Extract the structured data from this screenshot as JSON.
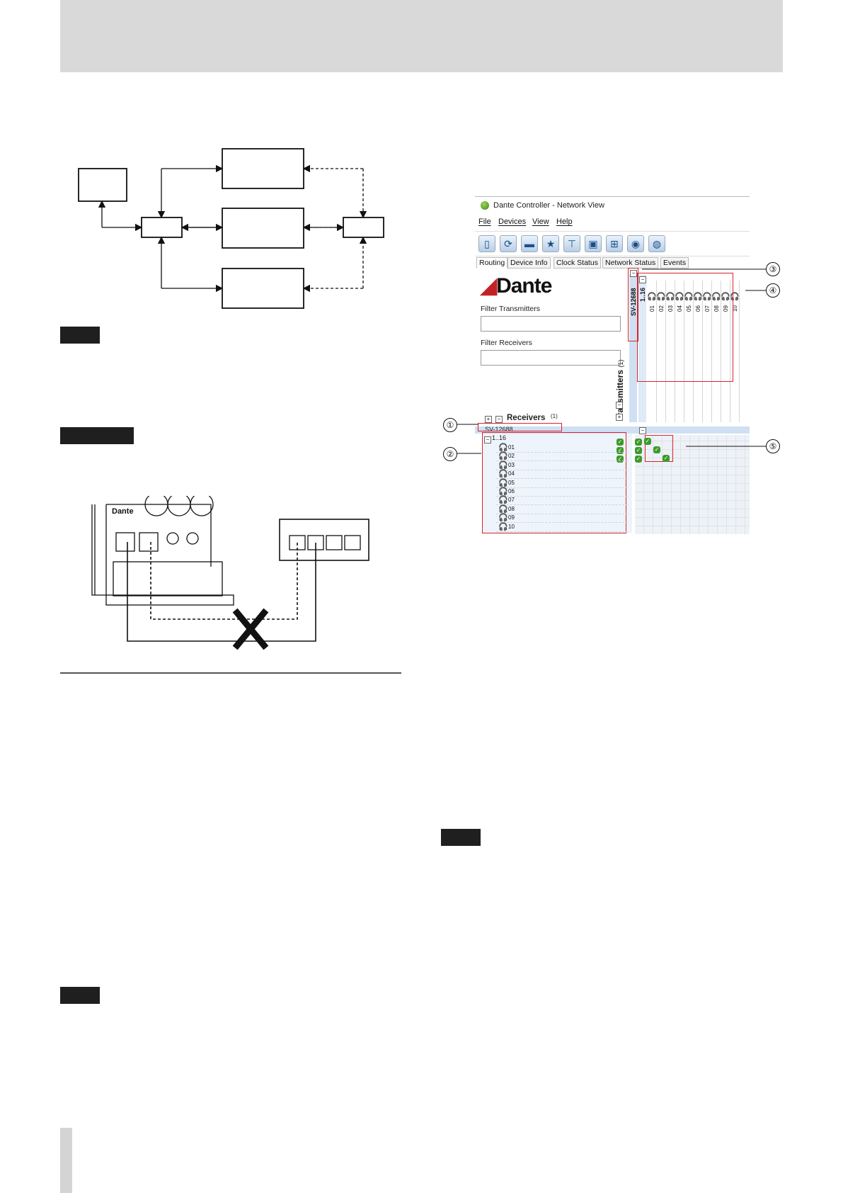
{
  "dante_controller": {
    "title": "Dante Controller - Network View",
    "menu": [
      "File",
      "Devices",
      "View",
      "Help"
    ],
    "tabs": [
      "Routing",
      "Device Info",
      "Clock Status",
      "Network Status",
      "Events"
    ],
    "logo": "Dante",
    "filter_transmitters_label": "Filter Transmitters",
    "filter_receivers_label": "Filter Receivers",
    "transmitters_label": "Transmitters",
    "transmitters_count": "(1)",
    "receivers_label": "Receivers",
    "receivers_count": "(1)",
    "device_name_vertical": "SV-12688",
    "device_name_row": "SV-12688",
    "channel_group": "1..16",
    "tx_channels": [
      "01",
      "02",
      "03",
      "04",
      "05",
      "06",
      "07",
      "08",
      "09",
      "10"
    ],
    "rx_channels": [
      "01",
      "02",
      "03",
      "04",
      "05",
      "06",
      "07",
      "08",
      "09",
      "10"
    ]
  },
  "callouts": [
    "①",
    "②",
    "③",
    "④",
    "⑤"
  ],
  "diagram_boxes_text": [],
  "colors": {
    "highlight": "#d9232d",
    "header_band": "#d9d9d9",
    "check": "#3d9a2a"
  }
}
